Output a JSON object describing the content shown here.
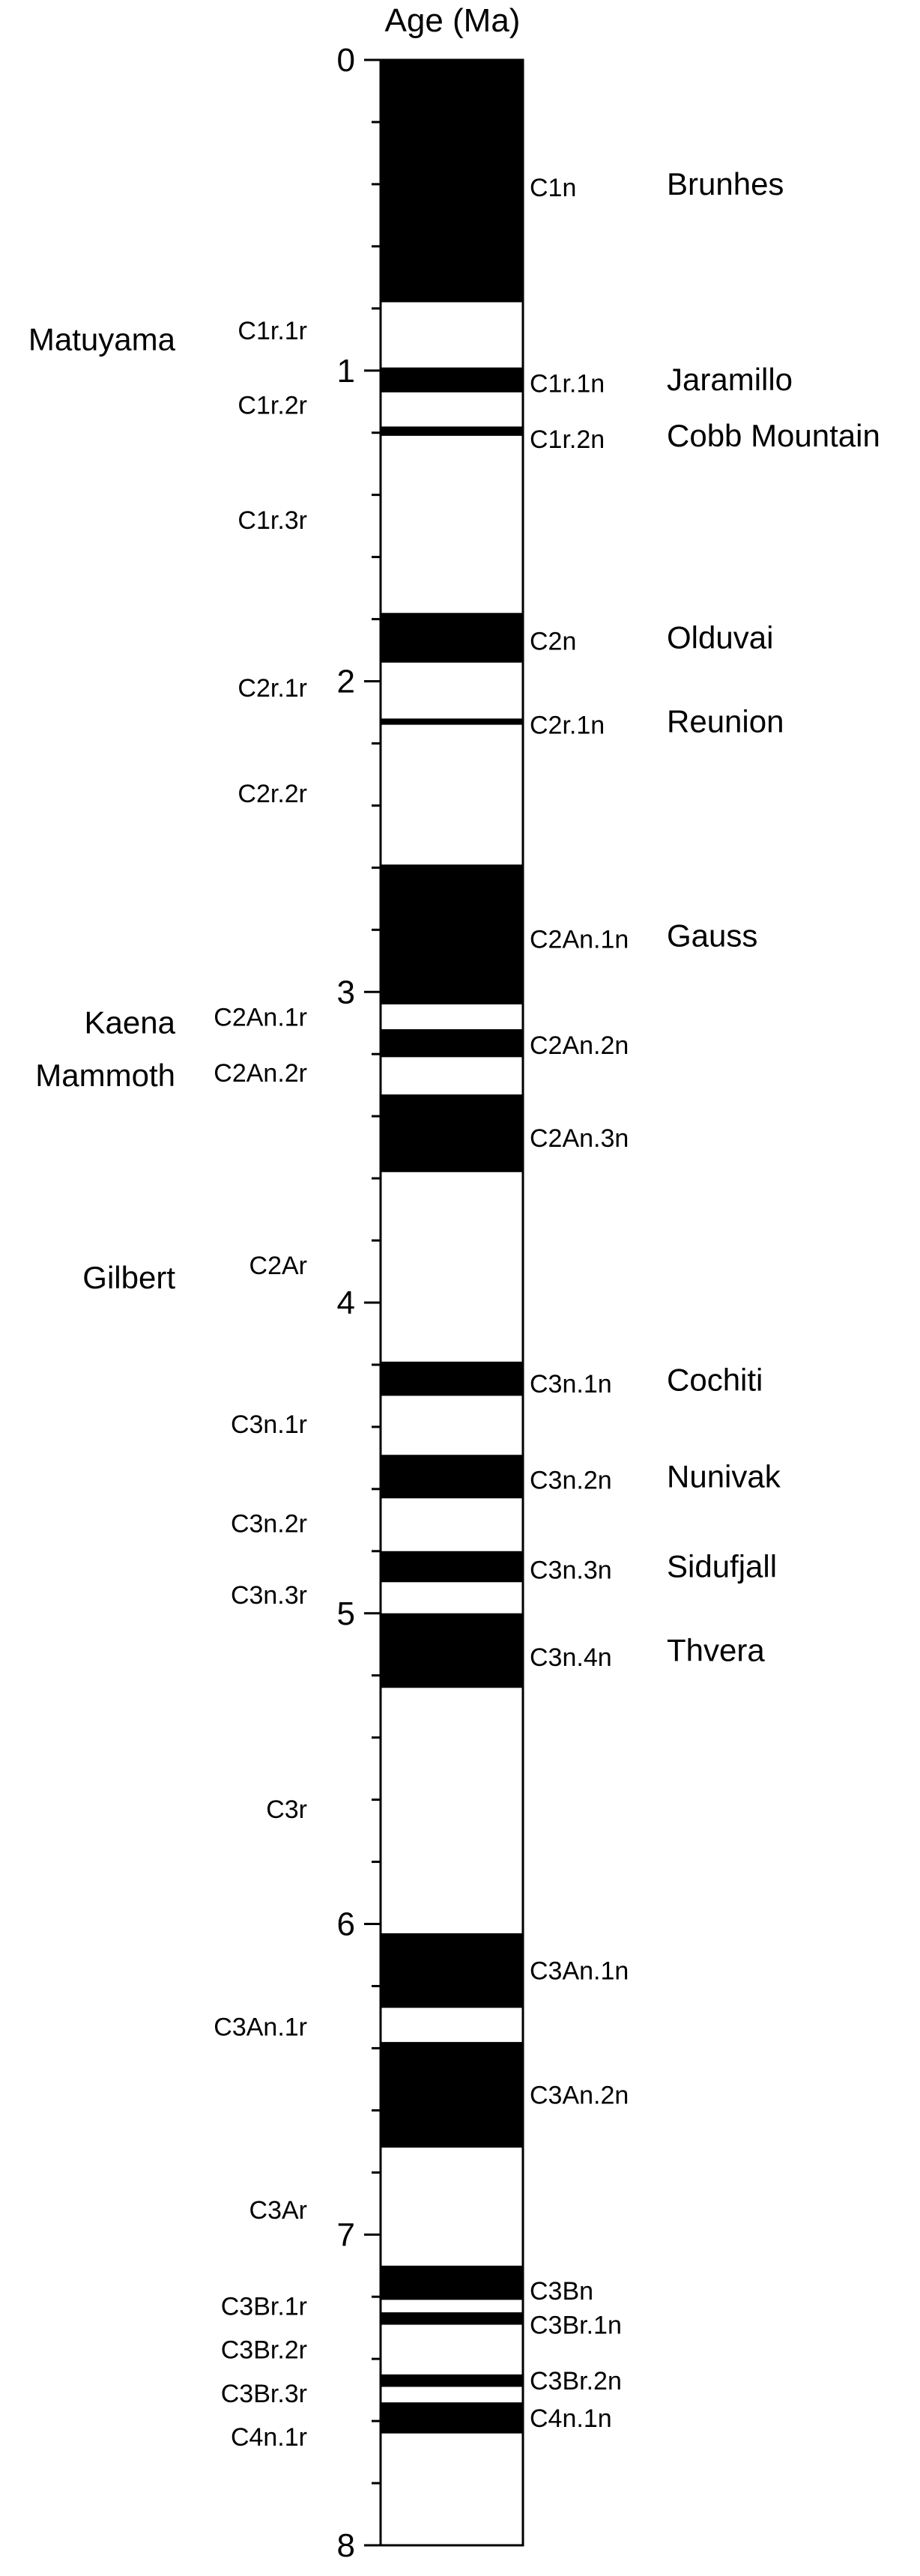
{
  "title": "Age (Ma)",
  "axis": {
    "min": 0,
    "max": 8,
    "major_ticks": [
      0,
      1,
      2,
      3,
      4,
      5,
      6,
      7,
      8
    ],
    "minor_step": 0.2
  },
  "colors": {
    "normal": "#000000",
    "reversed": "#ffffff"
  },
  "normal_intervals": [
    {
      "name": "C1n",
      "start": 0.0,
      "end": 0.78
    },
    {
      "name": "C1r.1n",
      "start": 0.99,
      "end": 1.07
    },
    {
      "name": "C1r.2n",
      "start": 1.18,
      "end": 1.21
    },
    {
      "name": "C2n",
      "start": 1.78,
      "end": 1.94
    },
    {
      "name": "C2r.1n",
      "start": 2.12,
      "end": 2.14
    },
    {
      "name": "C2An.1n",
      "start": 2.59,
      "end": 3.04
    },
    {
      "name": "C2An.2n",
      "start": 3.12,
      "end": 3.21
    },
    {
      "name": "C2An.3n",
      "start": 3.33,
      "end": 3.58
    },
    {
      "name": "C3n.1n",
      "start": 4.19,
      "end": 4.3
    },
    {
      "name": "C3n.2n",
      "start": 4.49,
      "end": 4.63
    },
    {
      "name": "C3n.3n",
      "start": 4.8,
      "end": 4.9
    },
    {
      "name": "C3n.4n",
      "start": 5.0,
      "end": 5.24
    },
    {
      "name": "C3An.1n",
      "start": 6.03,
      "end": 6.27
    },
    {
      "name": "C3An.2n",
      "start": 6.38,
      "end": 6.72
    },
    {
      "name": "C3Bn",
      "start": 7.1,
      "end": 7.21
    },
    {
      "name": "C3Br.1n",
      "start": 7.25,
      "end": 7.29
    },
    {
      "name": "C3Br.2n",
      "start": 7.45,
      "end": 7.49
    },
    {
      "name": "C4n.1n",
      "start": 7.54,
      "end": 7.64
    }
  ],
  "normal_labels": [
    {
      "text": "C1n",
      "age": 0.41
    },
    {
      "text": "C1r.1n",
      "age": 1.04
    },
    {
      "text": "C1r.2n",
      "age": 1.22
    },
    {
      "text": "C2n",
      "age": 1.87
    },
    {
      "text": "C2r.1n",
      "age": 2.14
    },
    {
      "text": "C2An.1n",
      "age": 2.83
    },
    {
      "text": "C2An.2n",
      "age": 3.17
    },
    {
      "text": "C2An.3n",
      "age": 3.47
    },
    {
      "text": "C3n.1n",
      "age": 4.26
    },
    {
      "text": "C3n.2n",
      "age": 4.57
    },
    {
      "text": "C3n.3n",
      "age": 4.86
    },
    {
      "text": "C3n.4n",
      "age": 5.14
    },
    {
      "text": "C3An.1n",
      "age": 6.15
    },
    {
      "text": "C3An.2n",
      "age": 6.55
    },
    {
      "text": "C3Bn",
      "age": 7.18
    },
    {
      "text": "C3Br.1n",
      "age": 7.29
    },
    {
      "text": "C3Br.2n",
      "age": 7.47
    },
    {
      "text": "C4n.1n",
      "age": 7.59
    }
  ],
  "reversed_labels": [
    {
      "text": "C1r.1r",
      "age": 0.87
    },
    {
      "text": "C1r.2r",
      "age": 1.11
    },
    {
      "text": "C1r.3r",
      "age": 1.48
    },
    {
      "text": "C2r.1r",
      "age": 2.02
    },
    {
      "text": "C2r.2r",
      "age": 2.36
    },
    {
      "text": "C2An.1r",
      "age": 3.08
    },
    {
      "text": "C2An.2r",
      "age": 3.26
    },
    {
      "text": "C2Ar",
      "age": 3.88
    },
    {
      "text": "C3n.1r",
      "age": 4.39
    },
    {
      "text": "C3n.2r",
      "age": 4.71
    },
    {
      "text": "C3n.3r",
      "age": 4.94
    },
    {
      "text": "C3r",
      "age": 5.63
    },
    {
      "text": "C3An.1r",
      "age": 6.33
    },
    {
      "text": "C3Ar",
      "age": 6.92
    },
    {
      "text": "C3Br.1r",
      "age": 7.23
    },
    {
      "text": "C3Br.2r",
      "age": 7.37
    },
    {
      "text": "C3Br.3r",
      "age": 7.51
    },
    {
      "text": "C4n.1r",
      "age": 7.65
    }
  ],
  "chron_names_right": [
    {
      "text": "Brunhes",
      "age": 0.4
    },
    {
      "text": "Jaramillo",
      "age": 1.03
    },
    {
      "text": "Cobb Mountain",
      "age": 1.21
    },
    {
      "text": "Olduvai",
      "age": 1.86
    },
    {
      "text": "Reunion",
      "age": 2.13
    },
    {
      "text": "Gauss",
      "age": 2.82
    },
    {
      "text": "Cochiti",
      "age": 4.25
    },
    {
      "text": "Nunivak",
      "age": 4.56
    },
    {
      "text": "Sidufjall",
      "age": 4.85
    },
    {
      "text": "Thvera",
      "age": 5.12
    }
  ],
  "chron_names_left": [
    {
      "text": "Matuyama",
      "age": 0.9
    },
    {
      "text": "Kaena",
      "age": 3.1
    },
    {
      "text": "Mammoth",
      "age": 3.27
    },
    {
      "text": "Gilbert",
      "age": 3.92
    }
  ]
}
